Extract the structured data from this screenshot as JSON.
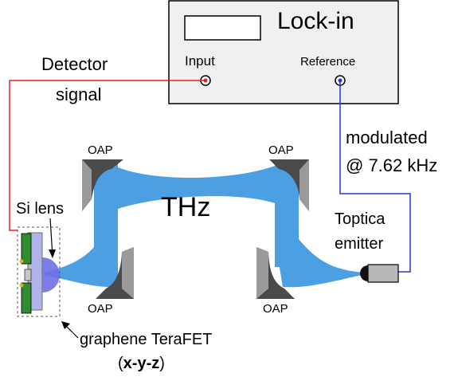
{
  "lockin": {
    "title": "Lock-in",
    "input_label": "Input",
    "reference_label": "Reference"
  },
  "labels": {
    "detector_line1": "Detector",
    "detector_line2": "signal",
    "modulated_line1": "modulated",
    "modulated_line2": "@ 7.62 kHz",
    "thz": "THz",
    "toptica_line1": "Toptica",
    "toptica_line2": "emitter",
    "si_lens": "Si lens",
    "oap_top_left": "OAP",
    "oap_top_right": "OAP",
    "oap_bottom_left": "OAP",
    "oap_bottom_right": "OAP",
    "teraFET": "graphene TeraFET",
    "xyz_open": "(",
    "xyz": "x-y-z",
    "xyz_close": ")"
  },
  "colors": {
    "beam": "#4d9fe3",
    "detector_wire": "#e0231d",
    "reference_wire": "#2a33d6",
    "lockin_fill": "#f0f0f0",
    "mirror_dark": "#4a4a4a",
    "mirror_light": "#9a9a9a",
    "pcb_green": "#2e8b2e",
    "lens_blue": "#6f6fe6",
    "emitter_gray": "#b8b8b8"
  }
}
